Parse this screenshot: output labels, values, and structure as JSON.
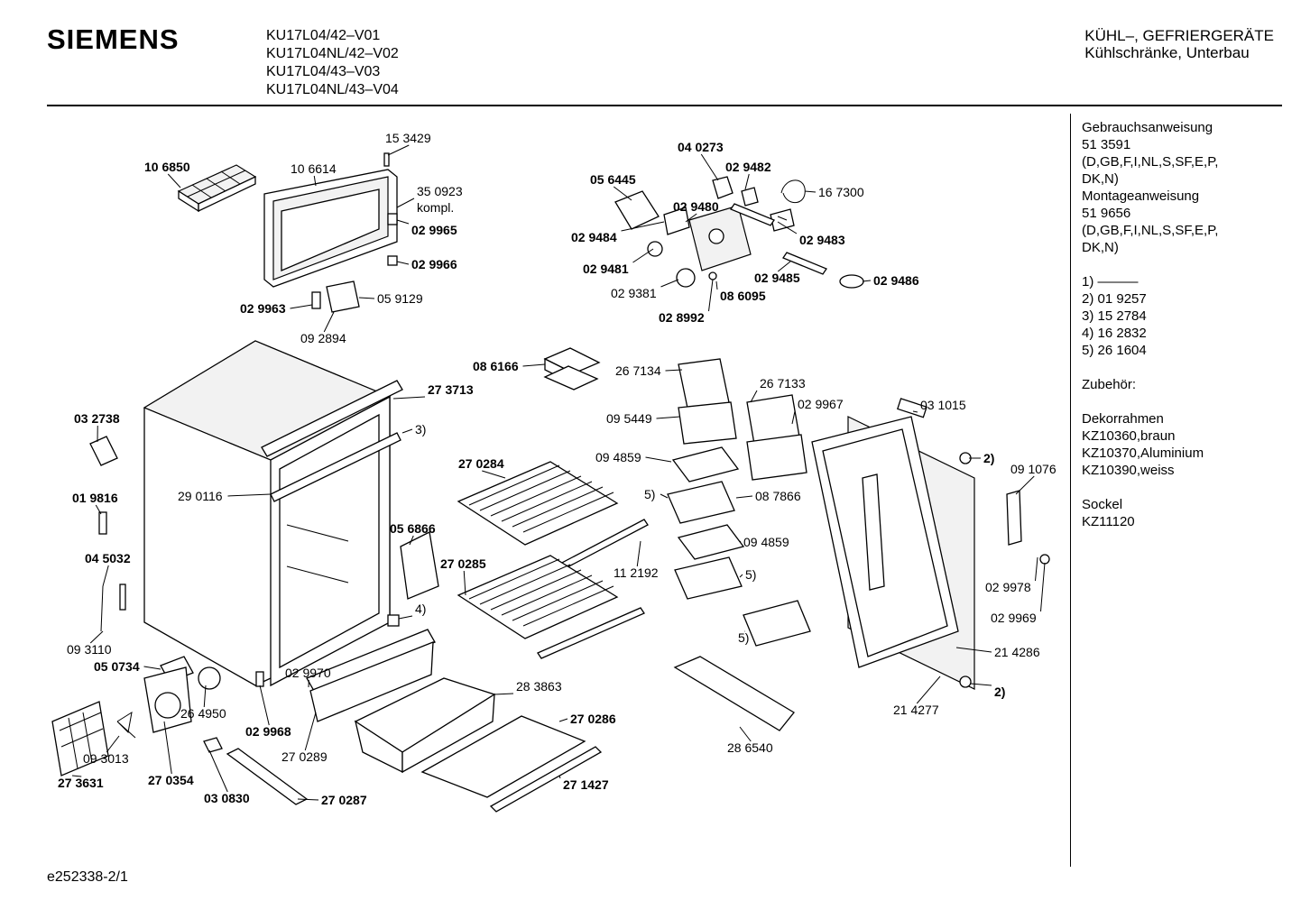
{
  "header": {
    "brand": "SIEMENS",
    "models": [
      "KU17L04/42–V01",
      "KU17L04NL/42–V02",
      "KU17L04/43–V03",
      "KU17L04NL/43–V04"
    ],
    "category": "KÜHL–, GEFRIERGERÄTE",
    "subcategory": "Kühlschränke, Unterbau"
  },
  "sidebar": {
    "lines": [
      "Gebrauchsanweisung",
      "51 3591",
      "(D,GB,F,I,NL,S,SF,E,P,",
      "DK,N)",
      "Montageanweisung",
      "51 9656",
      "(D,GB,F,I,NL,S,SF,E,P,",
      "DK,N)",
      "",
      "1)  ———",
      "2)  01 9257",
      "3)  15 2784",
      "4)  16 2832",
      "5)  26 1604",
      "",
      "Zubehör:",
      "",
      "Dekorrahmen",
      "KZ10360,braun",
      "KZ10370,Aluminium",
      "KZ10390,weiss",
      "",
      "Sockel",
      "KZ11120"
    ]
  },
  "footer": {
    "doc_id": "e252338-2/1"
  },
  "parts": [
    {
      "label": "10 6850",
      "bold": true
    },
    {
      "label": "10 6614",
      "bold": false
    },
    {
      "label": "15 3429",
      "bold": false
    },
    {
      "label": "35 0923",
      "bold": false
    },
    {
      "label": "kompl.",
      "bold": false
    },
    {
      "label": "02 9965",
      "bold": true
    },
    {
      "label": "02 9966",
      "bold": true
    },
    {
      "label": "02 9963",
      "bold": true
    },
    {
      "label": "05 9129",
      "bold": false
    },
    {
      "label": "09 2894",
      "bold": false
    },
    {
      "label": "04 0273",
      "bold": true
    },
    {
      "label": "02 9482",
      "bold": true
    },
    {
      "label": "05 6445",
      "bold": true
    },
    {
      "label": "16 7300",
      "bold": false
    },
    {
      "label": "02 9480",
      "bold": true
    },
    {
      "label": "02 9484",
      "bold": true
    },
    {
      "label": "02 9483",
      "bold": true
    },
    {
      "label": "02 9481",
      "bold": true
    },
    {
      "label": "02 9485",
      "bold": true
    },
    {
      "label": "02 9486",
      "bold": true
    },
    {
      "label": "02 9381",
      "bold": false
    },
    {
      "label": "08 6095",
      "bold": true
    },
    {
      "label": "02 8992",
      "bold": true
    },
    {
      "label": "08 6166",
      "bold": true
    },
    {
      "label": "26 7134",
      "bold": false
    },
    {
      "label": "26 7133",
      "bold": false
    },
    {
      "label": "27 3713",
      "bold": true
    },
    {
      "label": "3)",
      "bold": false
    },
    {
      "label": "03 2738",
      "bold": true
    },
    {
      "label": "02 9967",
      "bold": false
    },
    {
      "label": "03 1015",
      "bold": false
    },
    {
      "label": "09 5449",
      "bold": false
    },
    {
      "label": "2)",
      "bold": true
    },
    {
      "label": "09 1076",
      "bold": false
    },
    {
      "label": "01 9816",
      "bold": true
    },
    {
      "label": "27 0284",
      "bold": true
    },
    {
      "label": "09 4859",
      "bold": false
    },
    {
      "label": "29 0116",
      "bold": false
    },
    {
      "label": "5)",
      "bold": false
    },
    {
      "label": "08 7866",
      "bold": false
    },
    {
      "label": "05 6866",
      "bold": true
    },
    {
      "label": "04 5032",
      "bold": true
    },
    {
      "label": "27 0285",
      "bold": true
    },
    {
      "label": "09 4859",
      "bold": false
    },
    {
      "label": "11 2192",
      "bold": false
    },
    {
      "label": "5)",
      "bold": false
    },
    {
      "label": "02 9978",
      "bold": false
    },
    {
      "label": "4)",
      "bold": false
    },
    {
      "label": "02 9969",
      "bold": false
    },
    {
      "label": "09 3110",
      "bold": false
    },
    {
      "label": "5)",
      "bold": false
    },
    {
      "label": "05 0734",
      "bold": true
    },
    {
      "label": "21 4286",
      "bold": false
    },
    {
      "label": "02 9970",
      "bold": false
    },
    {
      "label": "28 3863",
      "bold": false
    },
    {
      "label": "2)",
      "bold": true
    },
    {
      "label": "26 4950",
      "bold": false
    },
    {
      "label": "21 4277",
      "bold": false
    },
    {
      "label": "02 9968",
      "bold": true
    },
    {
      "label": "27 0286",
      "bold": true
    },
    {
      "label": "28 6540",
      "bold": false
    },
    {
      "label": "09 3013",
      "bold": false
    },
    {
      "label": "27 0289",
      "bold": false
    },
    {
      "label": "27 3631",
      "bold": true
    },
    {
      "label": "27 0354",
      "bold": true
    },
    {
      "label": "27 1427",
      "bold": true
    },
    {
      "label": "03 0830",
      "bold": true
    },
    {
      "label": "27 0287",
      "bold": true
    }
  ]
}
